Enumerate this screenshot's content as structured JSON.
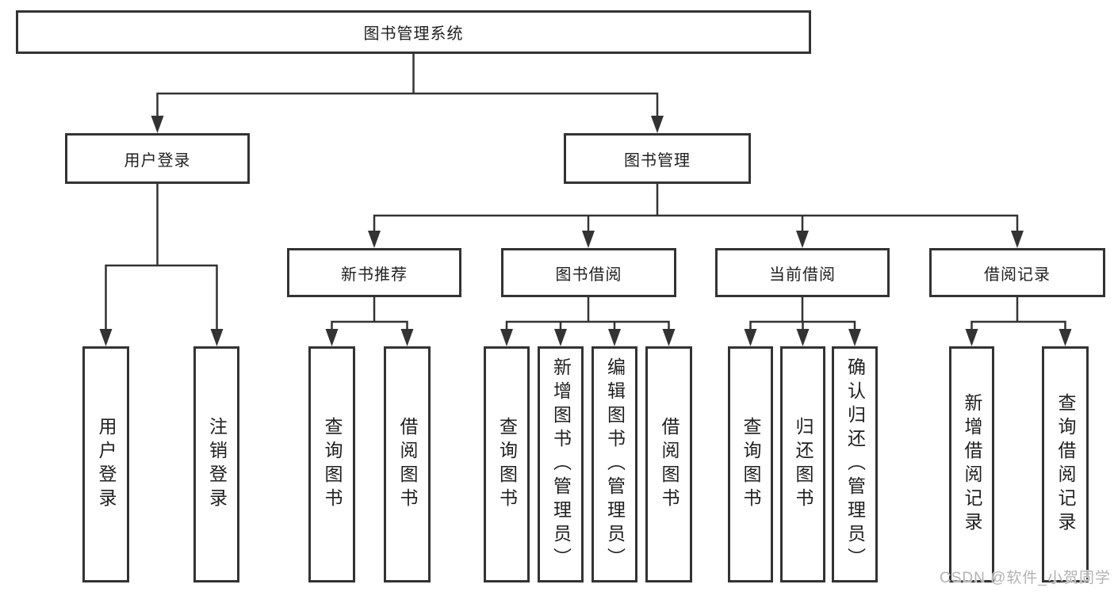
{
  "tree": {
    "label": "图书管理系统",
    "children": [
      {
        "label": "用户登录",
        "children": [
          {
            "label": "用户登录"
          },
          {
            "label": "注销登录"
          }
        ]
      },
      {
        "label": "图书管理",
        "children": [
          {
            "label": "新书推荐",
            "children": [
              {
                "label": "查询图书"
              },
              {
                "label": "借阅图书"
              }
            ]
          },
          {
            "label": "图书借阅",
            "children": [
              {
                "label": "查询图书"
              },
              {
                "label": "新增图书（管理员）"
              },
              {
                "label": "编辑图书（管理员）"
              },
              {
                "label": "借阅图书"
              }
            ]
          },
          {
            "label": "当前借阅",
            "children": [
              {
                "label": "查询图书"
              },
              {
                "label": "归还图书"
              },
              {
                "label": "确认归还（管理员）"
              }
            ]
          },
          {
            "label": "借阅记录",
            "children": [
              {
                "label": "新增借阅记录"
              },
              {
                "label": "查询借阅记录"
              }
            ]
          }
        ]
      }
    ]
  },
  "watermark": "CSDN @软件_小贺同学",
  "colors": {
    "line": "#333333",
    "text": "#1f1f1f",
    "background": "#ffffff",
    "watermark": "#b3b3b3"
  }
}
